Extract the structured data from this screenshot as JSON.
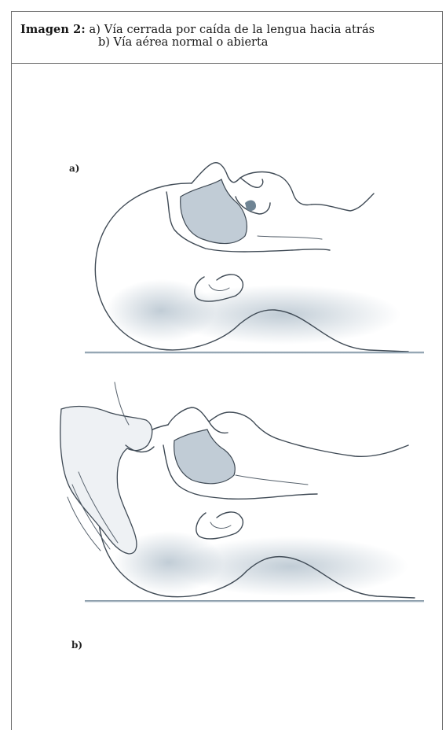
{
  "caption": {
    "lead": "Imagen 2:",
    "line1_rest": " a) Vía cerrada por caída de la lengua hacia atrás",
    "line2": "b) Vía aérea normal o abierta"
  },
  "panels": {
    "a_label": "a)",
    "b_label": "b)"
  },
  "colors": {
    "line": "#3f4a55",
    "shade": "#8ea3b4",
    "frame": "#6d6d6d"
  }
}
